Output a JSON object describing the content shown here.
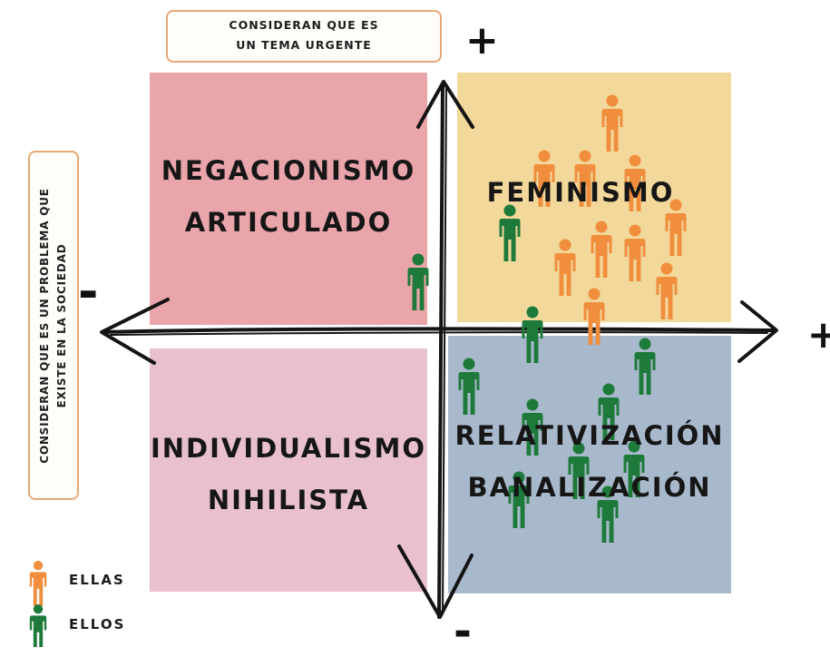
{
  "axis_labels": {
    "top_line1": "CONSIDERAN QUE ES",
    "top_line2": "UN TEMA URGENTE",
    "left_line1": "CONSIDERAN QUE ES UN PROBLEMA QUE",
    "left_line2": "EXISTE EN LA SOCIEDAD",
    "plus_top": "+",
    "plus_right": "+",
    "minus_left": "-",
    "minus_bottom": "-"
  },
  "quadrants": {
    "top_left": {
      "line1": "NEGACIONISMO",
      "line2": "ARTICULADO",
      "color": "#eaa5ab"
    },
    "top_right": {
      "line1": "FEMINISMO",
      "line2": "",
      "color": "#f2d89a"
    },
    "bottom_left": {
      "line1": "INDIVIDUALISMO",
      "line2": "NIHILISTA",
      "color": "#e8c1cc"
    },
    "bottom_right": {
      "line1": "RELATIVIZACIÓN",
      "line2": "BANALIZACIÓN",
      "color": "#a9b9cc"
    }
  },
  "legend": {
    "ellas": {
      "label": "ELLAS",
      "color": "#f08e3d"
    },
    "ellos": {
      "label": "ELLOS",
      "color": "#1e7a3a"
    }
  },
  "colors": {
    "axis": "#141414",
    "box_border": "#e6a874"
  }
}
